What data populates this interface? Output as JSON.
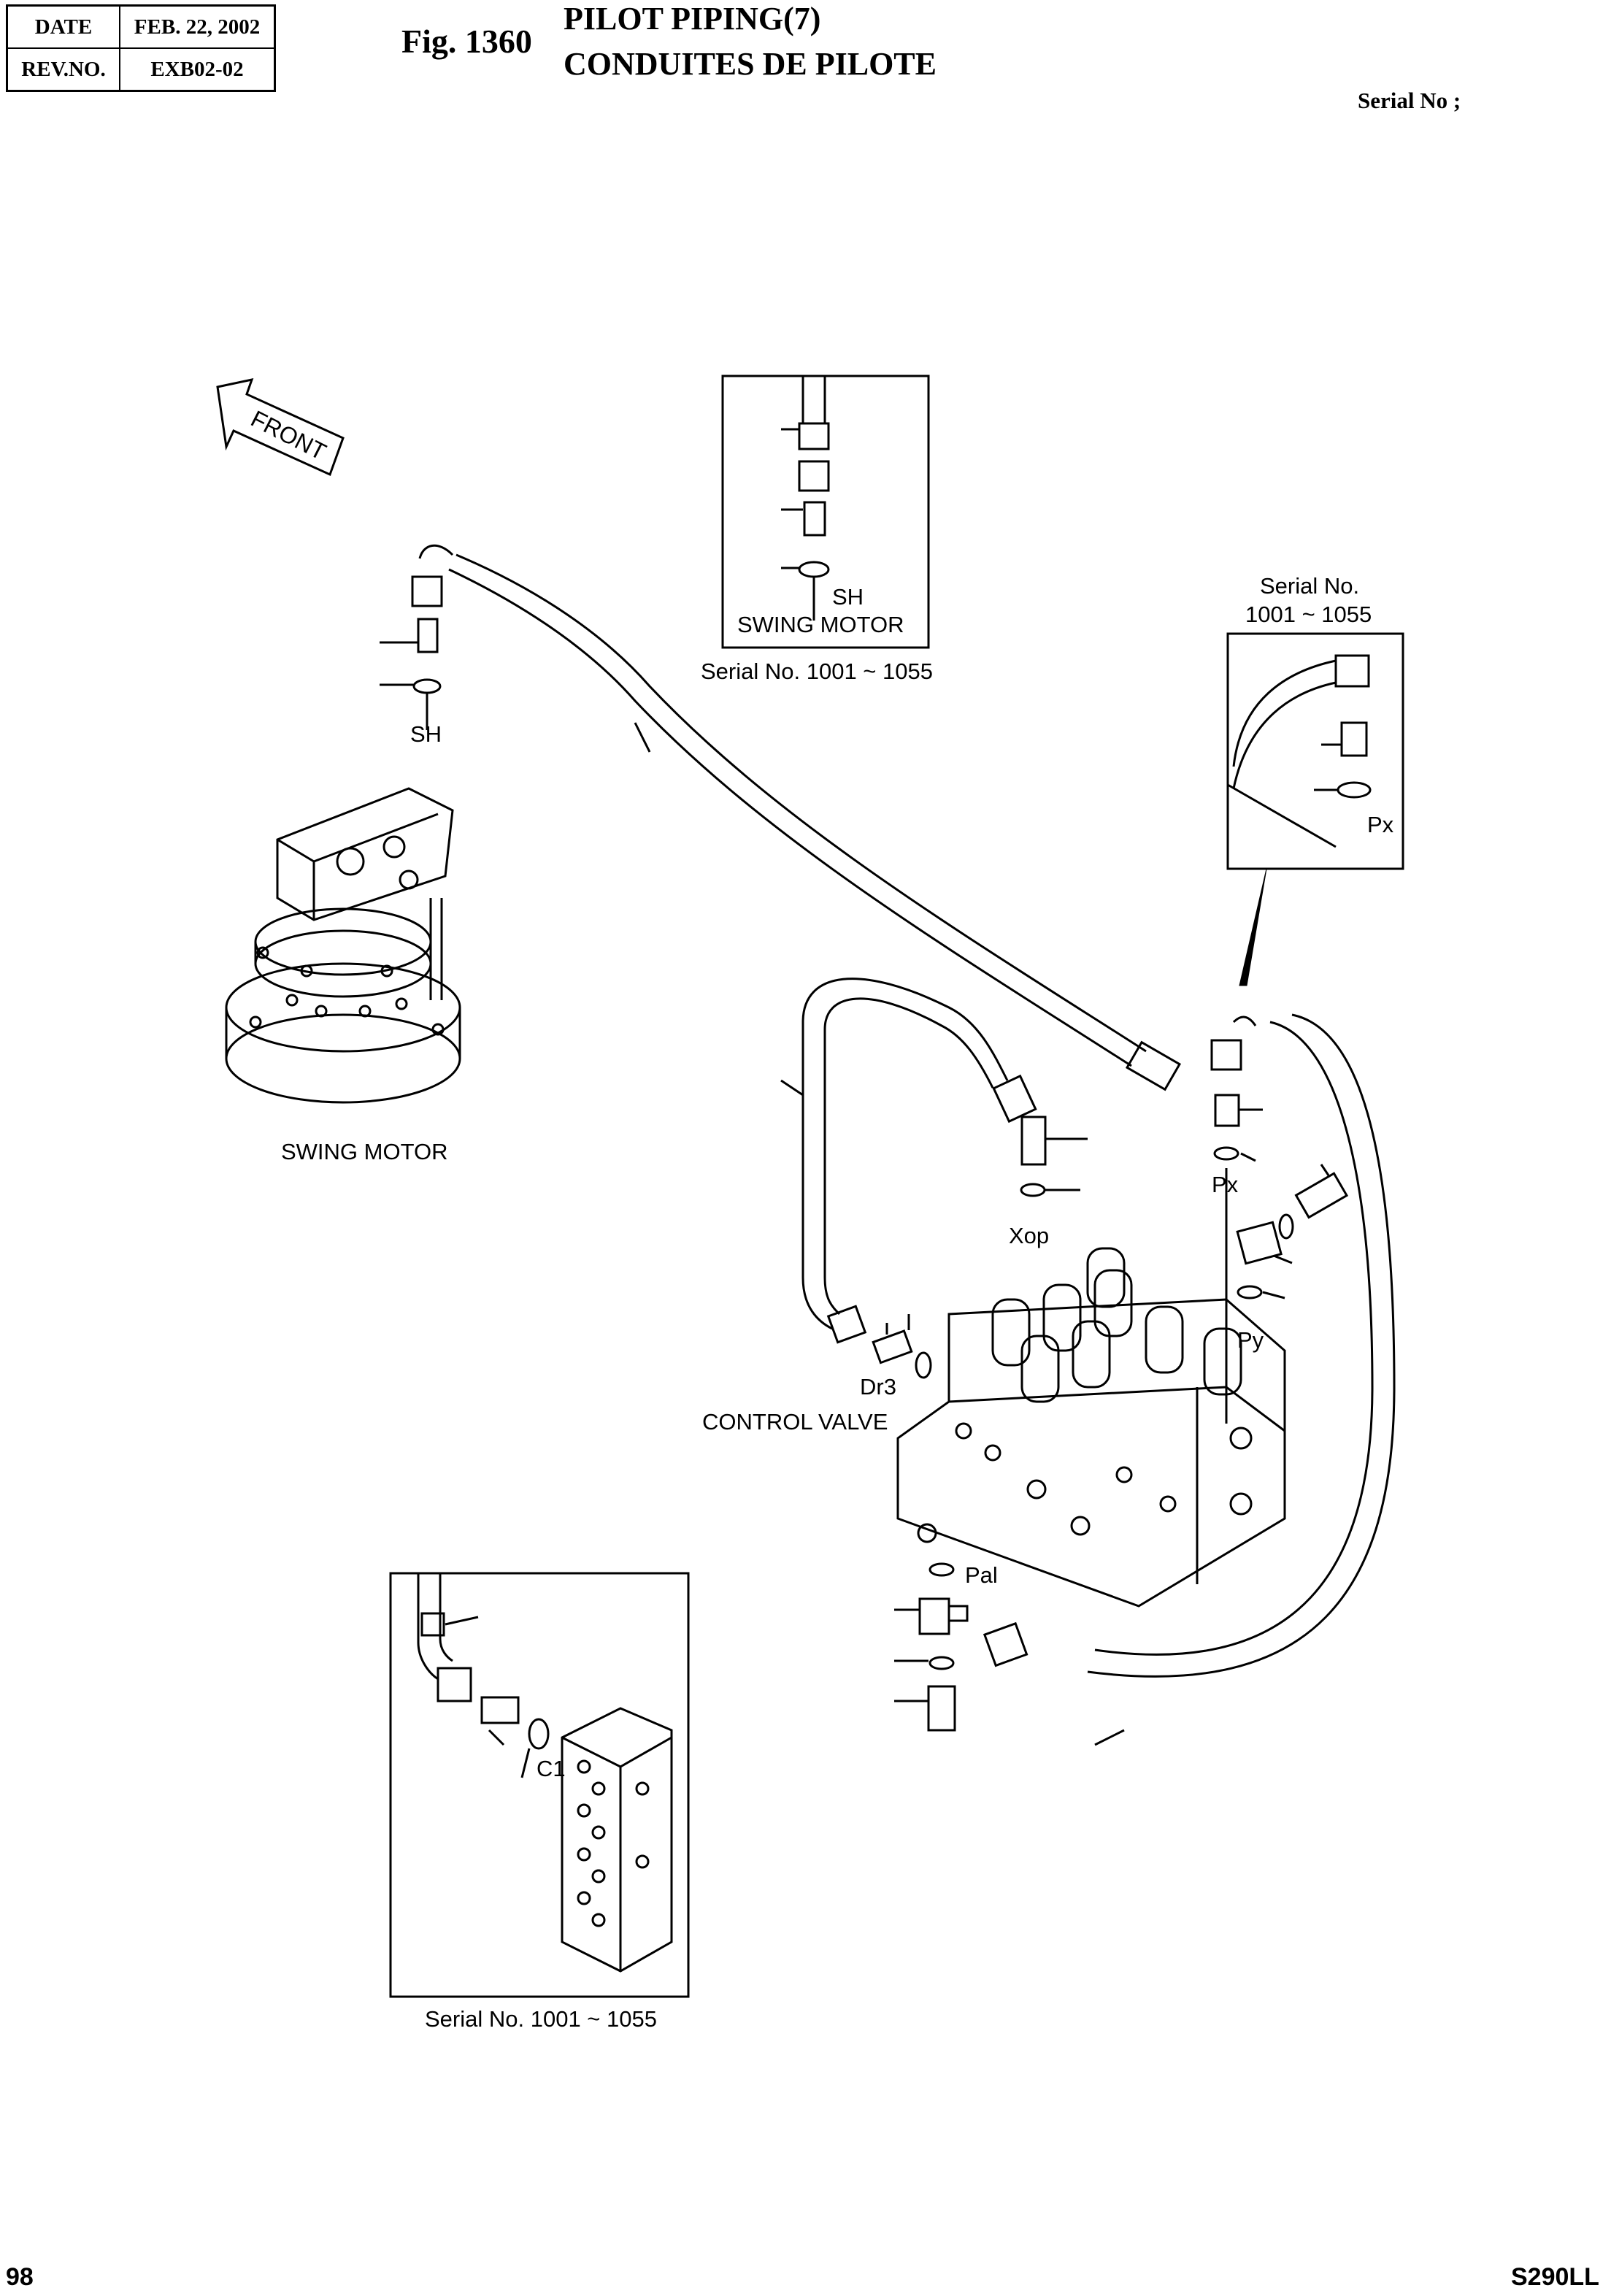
{
  "header": {
    "date_label": "DATE",
    "date_value": "FEB. 22, 2002",
    "rev_label": "REV.NO.",
    "rev_value": "EXB02-02",
    "fig_number": "Fig. 1360",
    "title_en": "PILOT PIPING(7)",
    "title_fr": "CONDUITES DE PILOTE",
    "serial_no": "Serial No ;"
  },
  "labels": {
    "front": "FRONT",
    "inset_top_port": "SH",
    "inset_top_name": "SWING MOTOR",
    "inset_top_serial": "Serial No. 1001 ~ 1055",
    "inset_right_serial_1": "Serial No.",
    "inset_right_serial_2": "1001 ~ 1055",
    "inset_right_port": "Px",
    "port_sh": "SH",
    "swing_motor": "SWING MOTOR",
    "port_xop": "Xop",
    "port_px": "Px",
    "port_py": "Py",
    "port_dr3": "Dr3",
    "control_valve": "CONTROL VALVE",
    "port_pal": "Pal",
    "inset_bottom_port": "C1",
    "inset_bottom_serial": "Serial No. 1001 ~ 1055"
  },
  "footer": {
    "page_number": "98",
    "model": "S290LL"
  }
}
